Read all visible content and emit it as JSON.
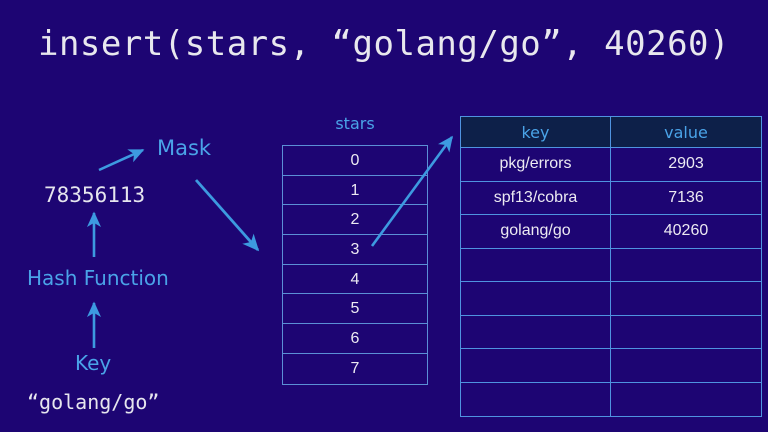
{
  "slide": {
    "title": "insert(stars, “golang/go”, 40260)",
    "background_color": "#1d0573",
    "accent_color": "#4aa3e8",
    "text_color": "#eceaf2",
    "table_header_bg": "#0d2049",
    "border_color": "#4f93e0"
  },
  "flow": {
    "mask_label": "Mask",
    "hash_value": "78356113",
    "hash_function_label": "Hash Function",
    "key_label": "Key",
    "key_value": "“golang/go”",
    "arrows": [
      {
        "name": "key-to-hash-function",
        "direction": "up"
      },
      {
        "name": "hash-function-to-hash-value",
        "direction": "up"
      },
      {
        "name": "hash-value-to-mask",
        "direction": "up-right"
      },
      {
        "name": "mask-to-bucket",
        "direction": "down-right"
      },
      {
        "name": "bucket-to-table",
        "direction": "up-right"
      }
    ]
  },
  "stars": {
    "label": "stars",
    "cells": [
      "0",
      "1",
      "2",
      "3",
      "4",
      "5",
      "6",
      "7"
    ],
    "highlighted_index": 3
  },
  "table": {
    "columns": [
      "key",
      "value"
    ],
    "rows": [
      {
        "key": "pkg/errors",
        "value": "2903"
      },
      {
        "key": "spf13/cobra",
        "value": "7136"
      },
      {
        "key": "golang/go",
        "value": "40260"
      },
      {
        "key": "",
        "value": ""
      },
      {
        "key": "",
        "value": ""
      },
      {
        "key": "",
        "value": ""
      },
      {
        "key": "",
        "value": ""
      },
      {
        "key": "",
        "value": ""
      }
    ]
  }
}
